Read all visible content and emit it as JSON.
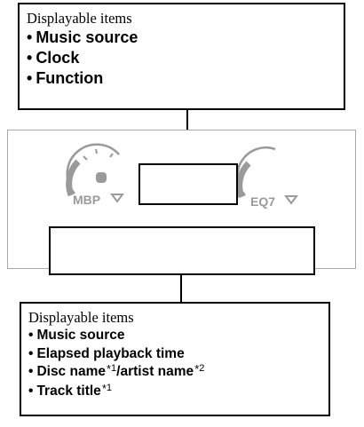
{
  "top_callout": {
    "heading": "Displayable items",
    "items": [
      {
        "label": "Music source"
      },
      {
        "label": "Clock"
      },
      {
        "label": "Function"
      }
    ]
  },
  "bottom_callout": {
    "heading": "Displayable items",
    "items": [
      {
        "label": "Music source"
      },
      {
        "label": "Elapsed playback time"
      },
      {
        "label": "Disc name",
        "footnote": "1",
        "suffix": "/artist name",
        "suffix_footnote": "2"
      },
      {
        "label": "Track title",
        "footnote": "1"
      }
    ]
  },
  "unit": {
    "left_dial_label": "MBP",
    "right_dial_label": "EQ7",
    "colors": {
      "panel_border": "#a8a8a8",
      "dial_gray": "#9a9a9a"
    }
  }
}
